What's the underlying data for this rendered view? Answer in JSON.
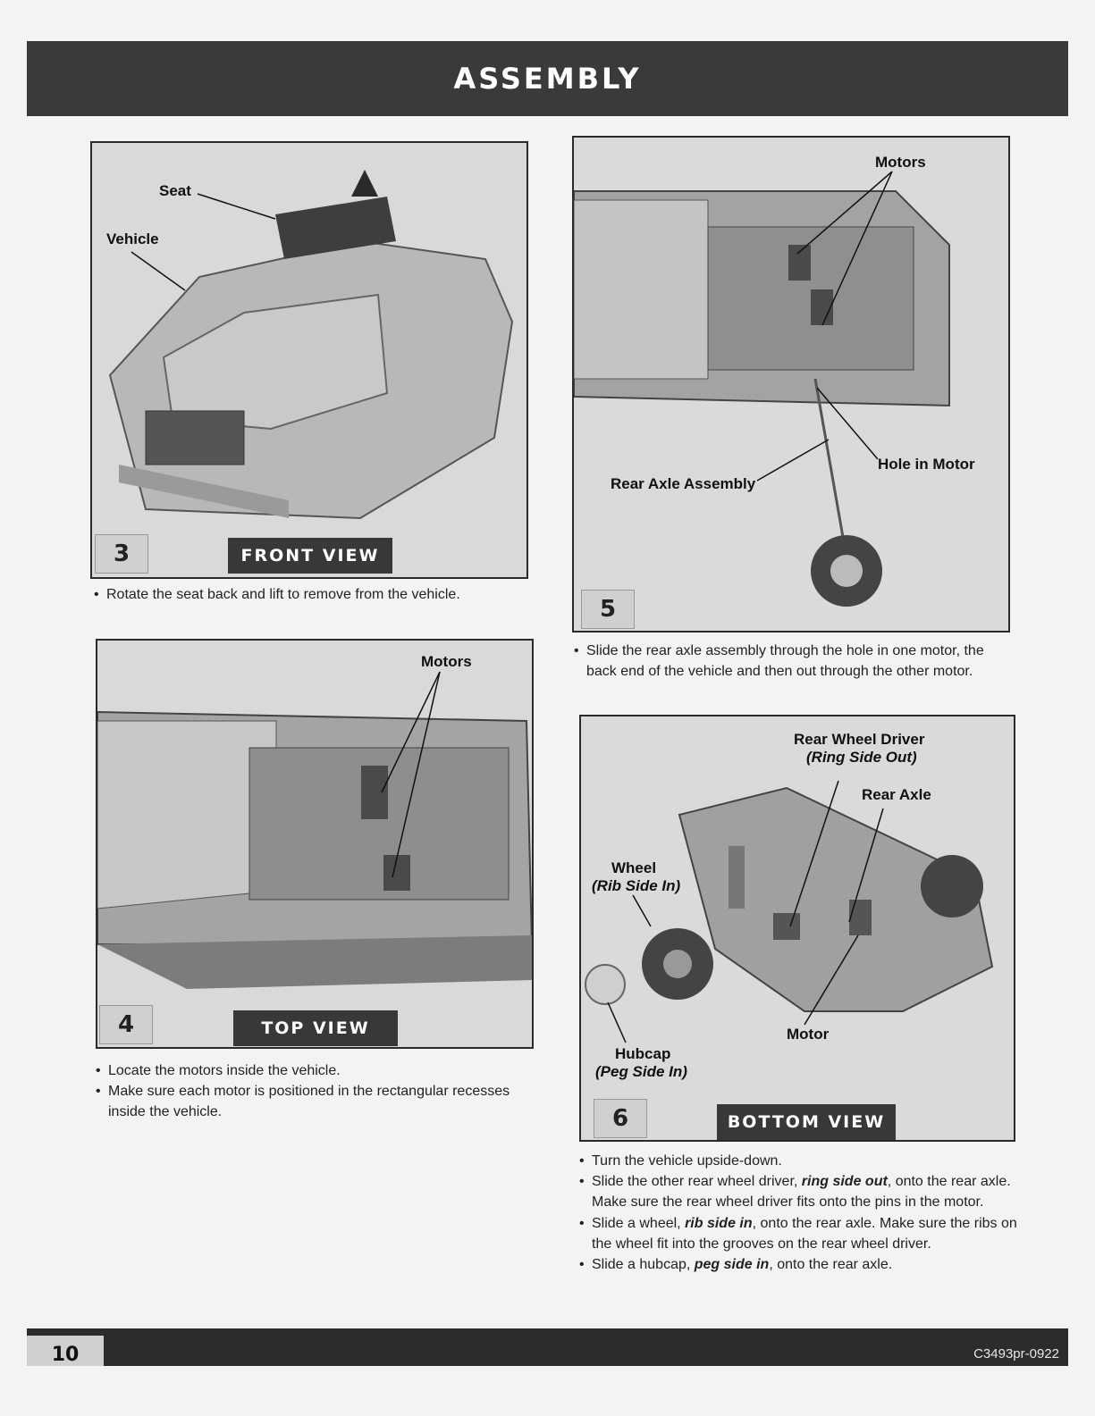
{
  "header": {
    "title": "ASSEMBLY"
  },
  "steps": [
    {
      "number": "3",
      "view": "FRONT VIEW",
      "labels": {
        "seat": "Seat",
        "vehicle": "Vehicle"
      },
      "bullets": [
        "Rotate the seat back and lift to remove from the vehicle."
      ]
    },
    {
      "number": "4",
      "view": "TOP VIEW",
      "labels": {
        "motors": "Motors"
      },
      "bullets": [
        "Locate the motors inside the vehicle.",
        "Make sure each motor is positioned in the rectangular recesses inside the vehicle."
      ]
    },
    {
      "number": "5",
      "labels": {
        "motors": "Motors",
        "rear_axle_assembly": "Rear Axle Assembly",
        "hole_in_motor": "Hole in Motor"
      },
      "bullets": [
        "Slide the rear axle assembly through the hole in one motor, the back end of the vehicle and then out through the other motor."
      ]
    },
    {
      "number": "6",
      "view": "BOTTOM VIEW",
      "labels": {
        "rear_wheel_driver": "Rear Wheel Driver",
        "ring_side_out": "(Ring Side Out)",
        "rear_axle": "Rear Axle",
        "wheel": "Wheel",
        "rib_side_in": "(Rib Side In)",
        "motor": "Motor",
        "hubcap": "Hubcap",
        "peg_side_in": "(Peg Side In)"
      },
      "bullets": {
        "b1": "Turn the vehicle upside-down.",
        "b2_pre": "Slide the other rear wheel driver, ",
        "b2_em": "ring side out",
        "b2_post": ", onto the rear axle. Make sure the rear wheel driver fits onto the pins in the motor.",
        "b3_pre": "Slide a wheel, ",
        "b3_em": "rib side in",
        "b3_post": ", onto the rear axle. Make sure the ribs on the wheel fit into the grooves on the rear wheel driver.",
        "b4_pre": "Slide a hubcap, ",
        "b4_em": "peg side in",
        "b4_post": ", onto the rear axle."
      }
    }
  ],
  "footer": {
    "page": "10",
    "code": "C3493pr-0922"
  }
}
